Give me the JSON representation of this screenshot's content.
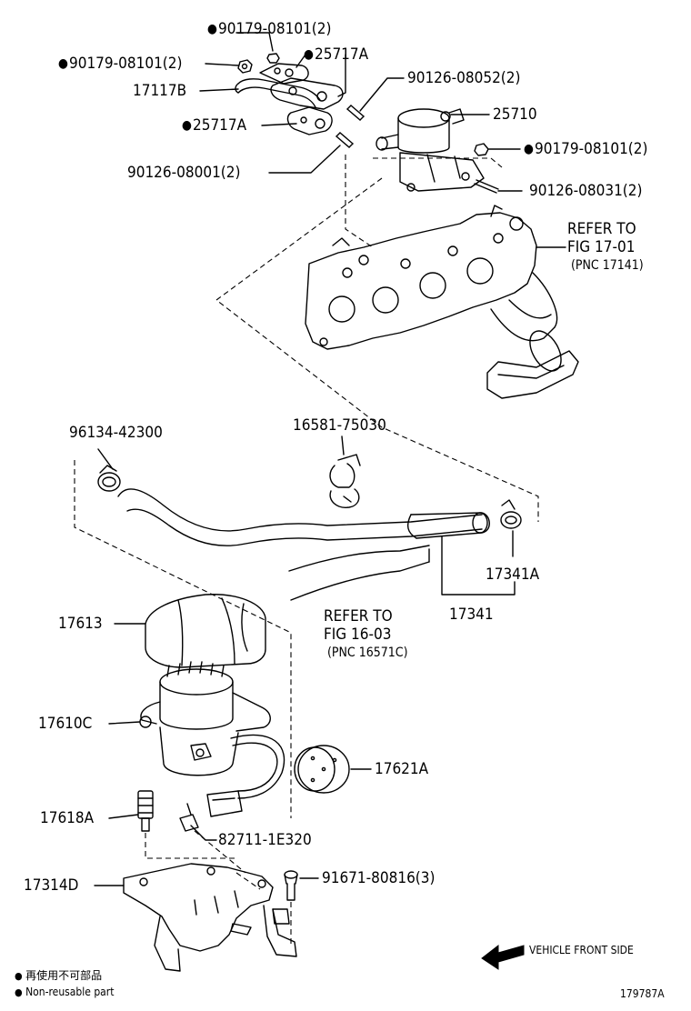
{
  "parts": {
    "p90179_08101_top": "90179-08101(2)",
    "p90179_08101_left": "90179-08101(2)",
    "p25717a_top": "25717A",
    "p17117b": "17117B",
    "p90126_08052": "90126-08052(2)",
    "p25717a_mid": "25717A",
    "p25710": "25710",
    "p90179_08101_right": "90179-08101(2)",
    "p90126_08001": "90126-08001(2)",
    "p90126_08031": "90126-08031(2)",
    "refer1_line1": "REFER TO",
    "refer1_line2": "FIG 17-01",
    "refer1_line3": "(PNC 17141)",
    "p96134_42300": "96134-42300",
    "p16581_75030": "16581-75030",
    "p17341a": "17341A",
    "p17341": "17341",
    "p17613": "17613",
    "refer2_line1": "REFER TO",
    "refer2_line2": "FIG 16-03",
    "refer2_line3": "(PNC 16571C)",
    "p17610c": "17610C",
    "p17621a": "17621A",
    "p17618a": "17618A",
    "p82711_1e320": "82711-1E320",
    "p17314d": "17314D",
    "p91671_80816": "91671-80816(3)"
  },
  "footer": {
    "vehicle_front": "VEHICLE FRONT SIDE",
    "legend_cn": "再使用不可部品",
    "legend_en": "Non-reusable part",
    "figure_id": "179787A"
  }
}
